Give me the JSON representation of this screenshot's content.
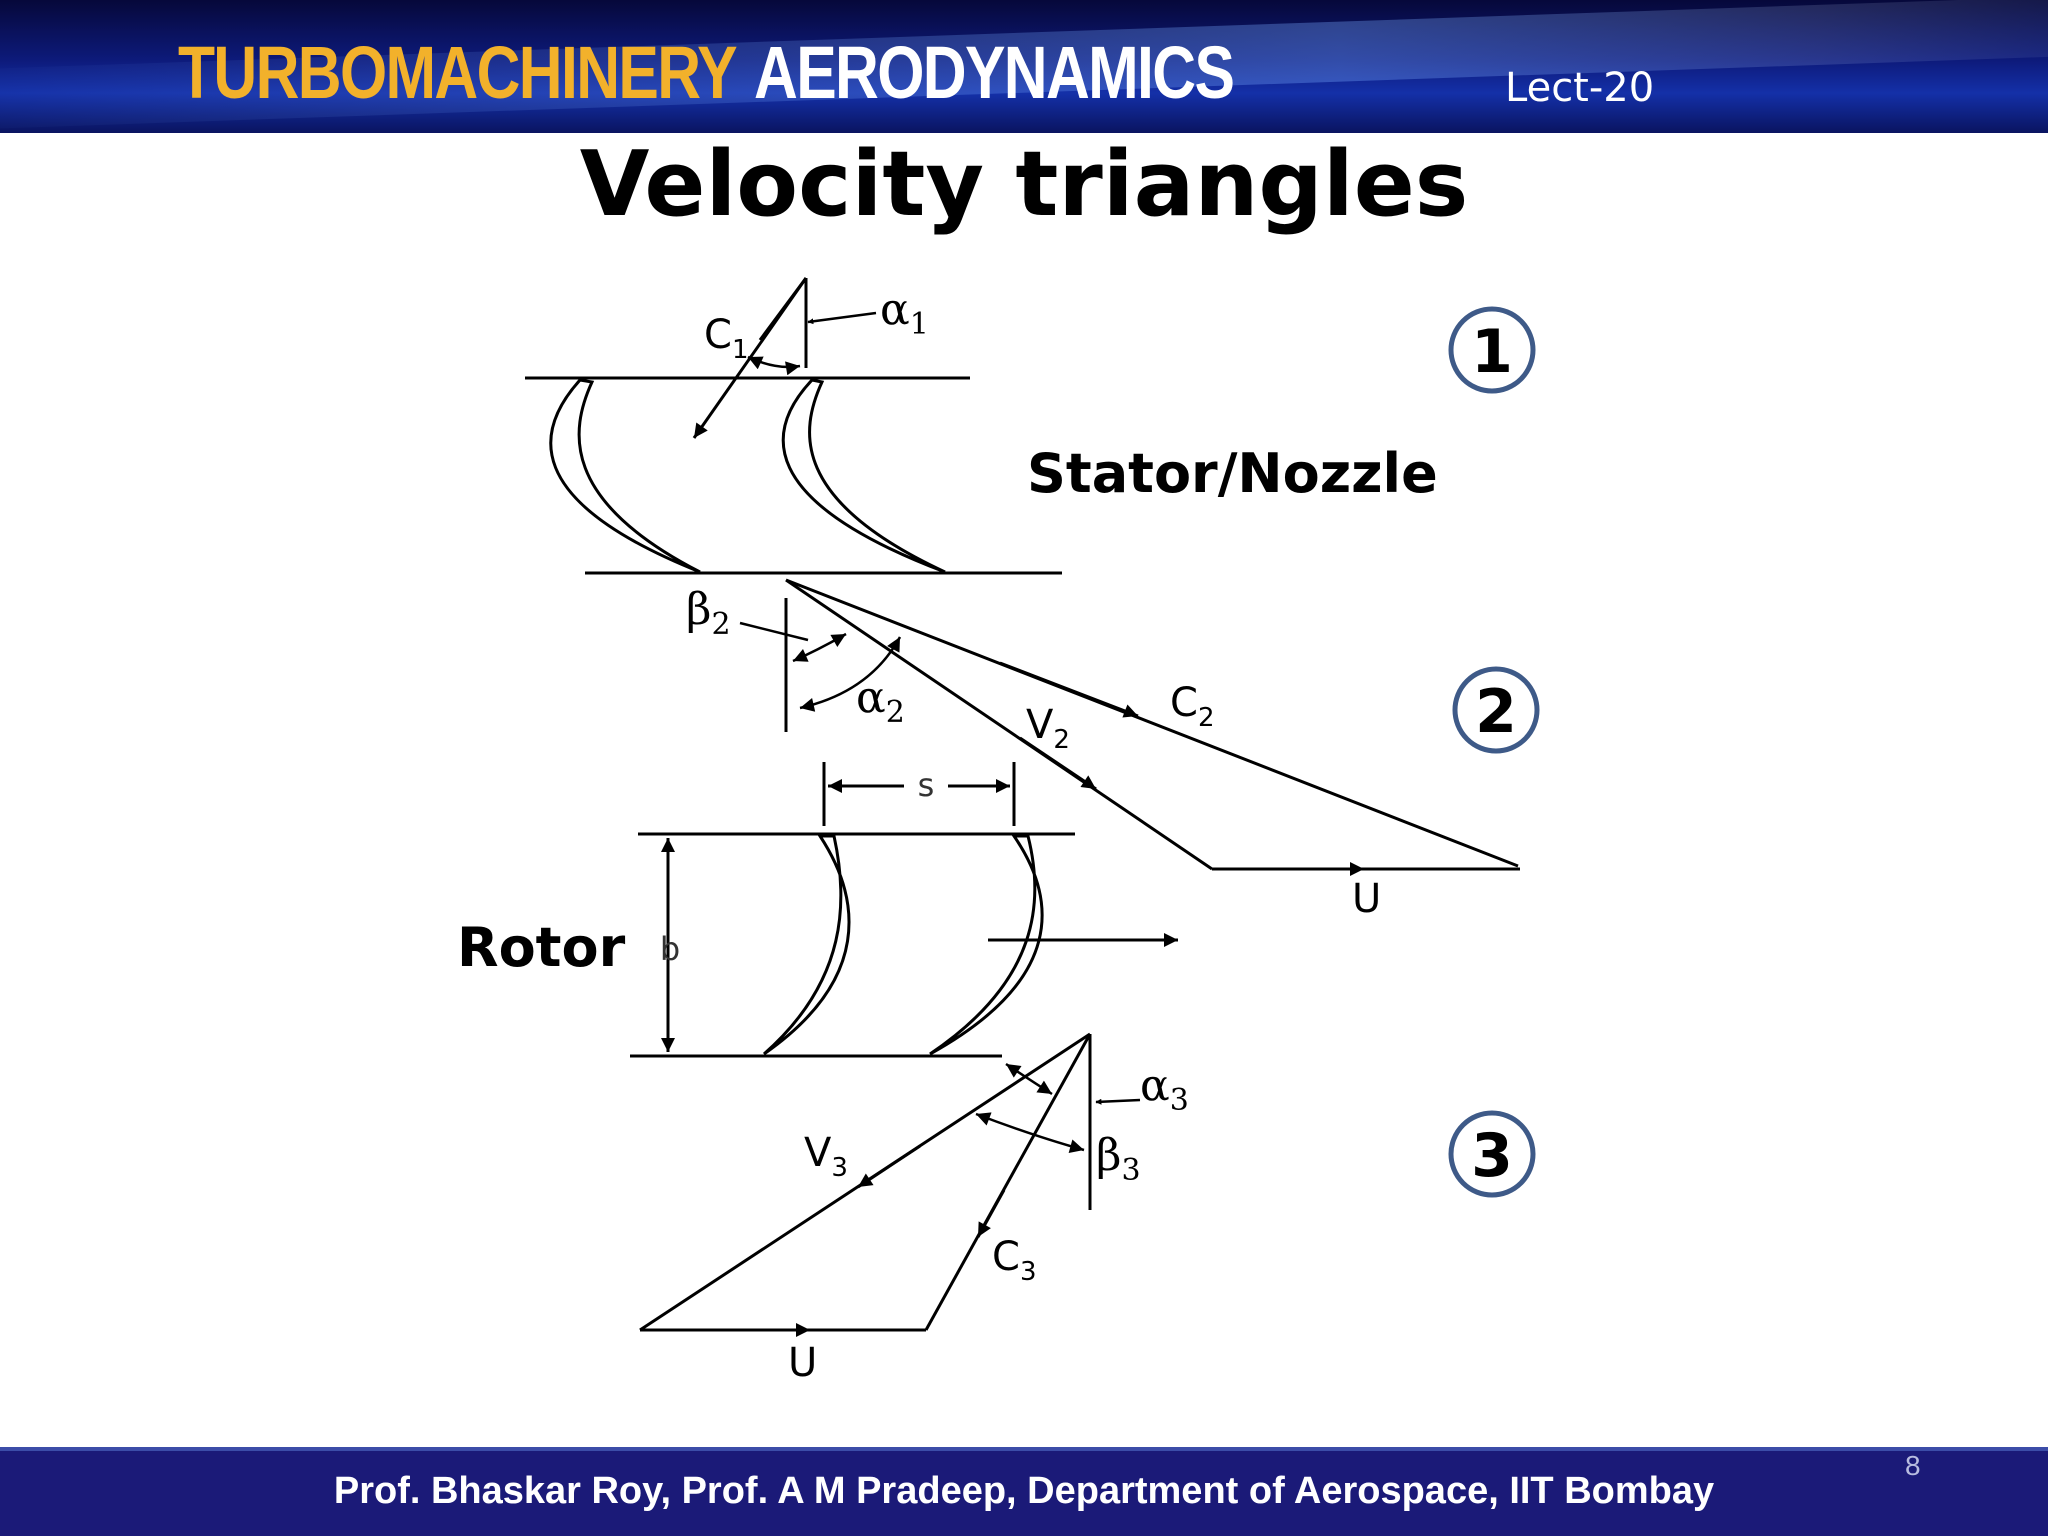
{
  "header": {
    "brand_word1": "TURBOMACHINERY",
    "brand_word2": "AERODYNAMICS",
    "lecture": "Lect-20",
    "colors": {
      "brand_gold": "#f2b12b",
      "header_blue": "#0d1a7a"
    }
  },
  "slide": {
    "title": "Velocity triangles",
    "page_number": "8"
  },
  "diagram": {
    "stages": [
      {
        "number": "1",
        "label": "Stator/Nozzle"
      },
      {
        "number": "2",
        "label": ""
      },
      {
        "number": "3",
        "label": ""
      }
    ],
    "rotor_label": "Rotor",
    "dims": {
      "pitch": "s",
      "height": "b"
    },
    "symbols": {
      "c1_base": "C",
      "c1_sub": "1",
      "alpha1_base": "α",
      "alpha1_sub": "1",
      "beta2_base": "β",
      "beta2_sub": "2",
      "alpha2_base": "α",
      "alpha2_sub": "2",
      "c2_base": "C",
      "c2_sub": "2",
      "v2_base": "V",
      "v2_sub": "2",
      "u2": "U",
      "alpha3_base": "α",
      "alpha3_sub": "3",
      "beta3_base": "β",
      "beta3_sub": "3",
      "v3_base": "V",
      "v3_sub": "3",
      "c3_base": "C",
      "c3_sub": "3",
      "u3": "U"
    }
  },
  "footer": {
    "credit": "Prof. Bhaskar Roy, Prof. A M Pradeep, Department of Aerospace, IIT Bombay"
  }
}
